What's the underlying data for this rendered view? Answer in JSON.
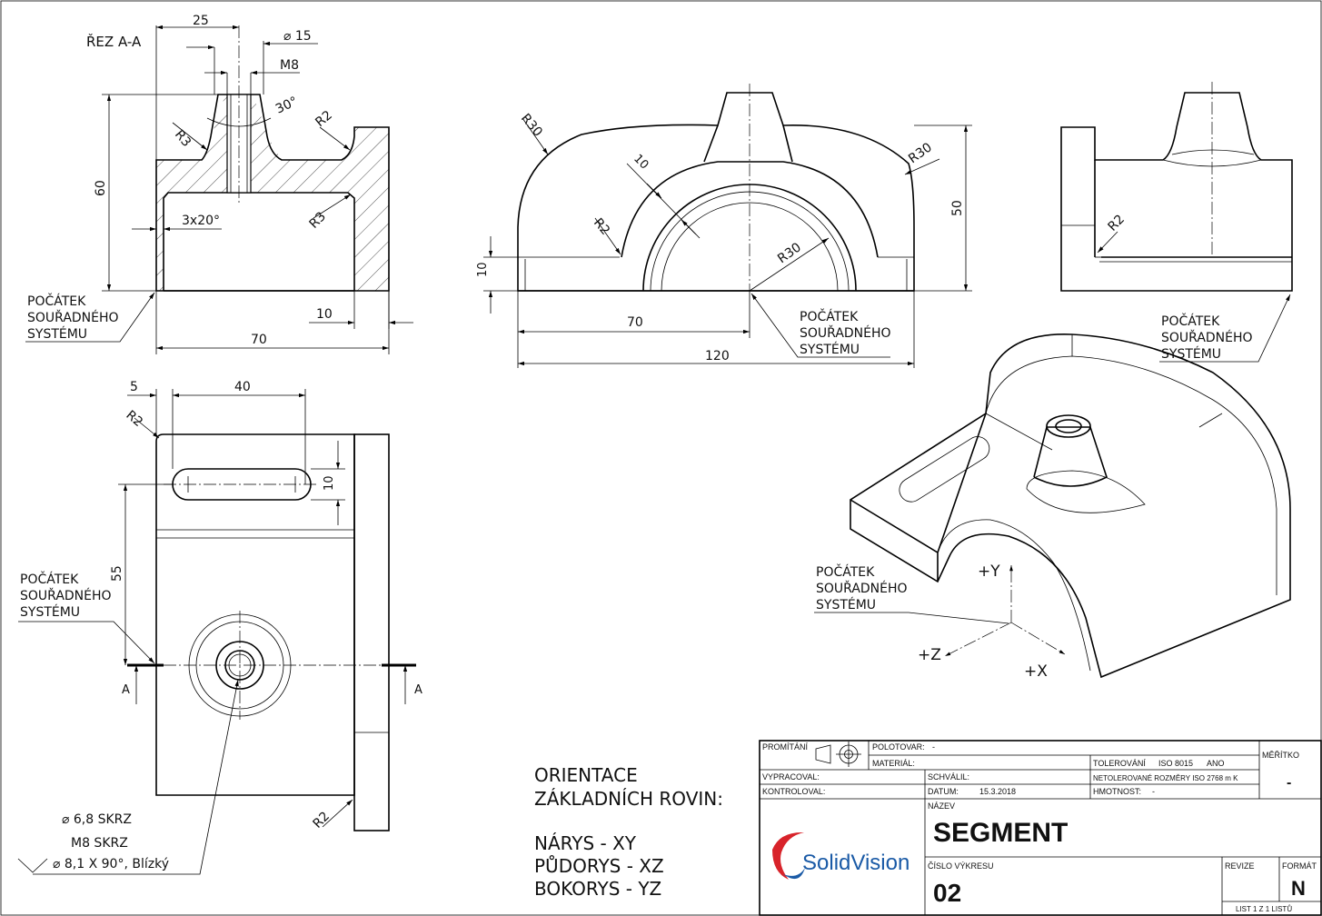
{
  "section_view": {
    "title": "ŘEZ A-A",
    "dims": {
      "width_top": "25",
      "hole_dia": "⌀ 15",
      "thread": "M8",
      "angle": "30°",
      "r3_left": "R3",
      "r2_right": "R2",
      "r3_inner": "R3",
      "height": "60",
      "chamfer": "3x20°",
      "wall": "10",
      "width": "70"
    },
    "origin_label": [
      "POČÁTEK",
      "SOUŘADNÉHO",
      "SYSTÉMU"
    ]
  },
  "front_view": {
    "dims": {
      "r30_left": "R30",
      "r30_right": "R30",
      "r30_inner": "R30",
      "ten_a": "10",
      "ten_b": "10",
      "r2": "R2",
      "height": "50",
      "x70": "70",
      "x120": "120"
    },
    "origin_label": [
      "POČÁTEK",
      "SOUŘADNÉHO",
      "SYSTÉMU"
    ]
  },
  "side_view": {
    "dims": {
      "r2": "R2"
    },
    "origin_label": [
      "POČÁTEK",
      "SOUŘADNÉHO",
      "SYSTÉMU"
    ]
  },
  "top_view": {
    "dims": {
      "five": "5",
      "forty": "40",
      "r2_top": "R2",
      "ten": "10",
      "fiftyfive": "55",
      "r2_bottom": "R2",
      "section_a_left": "A",
      "section_a_right": "A"
    },
    "origin_label": [
      "POČÁTEK",
      "SOUŘADNÉHO",
      "SYSTÉMU"
    ],
    "hole_note": [
      "⌀  6,8 SKRZ",
      "M8  SKRZ",
      "⌀  8,1 X 90°, Blízký"
    ]
  },
  "iso_view": {
    "origin_label": [
      "POČÁTEK",
      "SOUŘADNÉHO",
      "SYSTÉMU"
    ],
    "axes": {
      "y": "+Y",
      "z": "+Z",
      "x": "+X"
    }
  },
  "orientation_note": {
    "title": [
      "ORIENTACE",
      "ZÁKLADNÍCH ROVIN:"
    ],
    "lines": [
      "NÁRYS  -  XY",
      "PŮDORYS  -  XZ",
      "BOKORYS  -  YZ"
    ]
  },
  "title_block": {
    "projection_label": "PROMÍTÁNÍ",
    "blank_label": "POLOTOVAR:",
    "blank_value": "-",
    "material_label": "MATERIÁL:",
    "tolerance_label": "TOLEROVÁNÍ",
    "tolerance_std": "ISO 8015",
    "tolerance_value": "ANO",
    "scale_label": "MĚŘÍTKO",
    "scale_value": "-",
    "drawn_label": "VYPRACOVAL:",
    "approved_label": "SCHVÁLIL:",
    "untoleranced_label": "NETOLEROVANÉ ROZMĚRY ISO 2768 m K",
    "checked_label": "KONTROLOVAL:",
    "date_label": "DATUM:",
    "date_value": "15.3.2018",
    "mass_label": "HMOTNOST:",
    "mass_value": "-",
    "name_label": "NÁZEV",
    "name_value": "SEGMENT",
    "drawing_no_label": "ČÍSLO VÝKRESU",
    "drawing_no_value": "02",
    "revision_label": "REVIZE",
    "format_label": "FORMÁT",
    "format_value": "N",
    "sheet_text": "LIST  1  Z  1  LISTŮ",
    "logo_text": "SolidVision",
    "colors": {
      "logo_red": "#d8232a",
      "logo_blue": "#1a5aa6"
    }
  }
}
